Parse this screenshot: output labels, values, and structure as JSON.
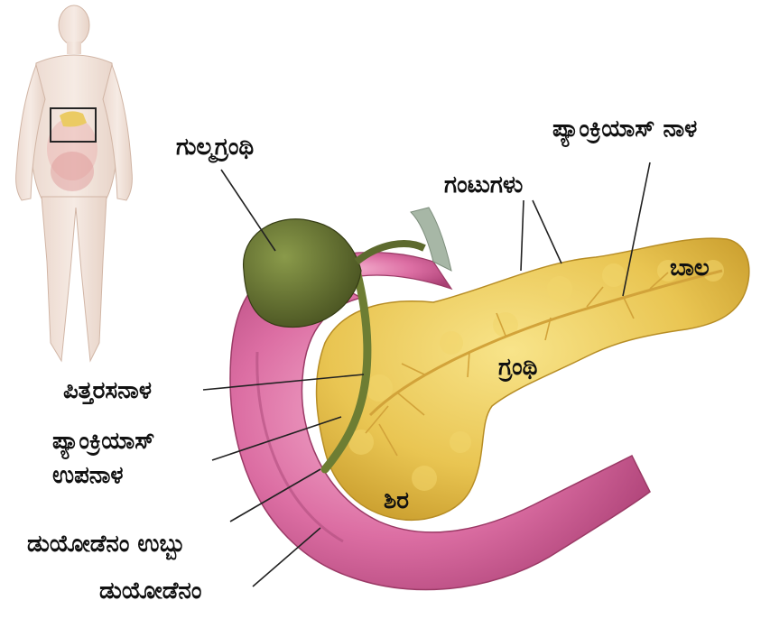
{
  "labels": {
    "gallbladder": "ಗುಲ್ಮಗ್ರಂಥಿ",
    "pancreatic_duct": "ಪ್ಯಾಂಕ್ರಿಯಾಸ್ ನಾಳ",
    "lobules": "ಗಂಟುಗಳು",
    "tail": "ಬಾಲ",
    "body": "ಗ್ರಂಥಿ",
    "bile_duct": "ಪಿತ್ತರಸನಾಳ",
    "accessory_duct_line1": "ಪ್ಯಾಂಕ್ರಿಯಾಸ್",
    "accessory_duct_line2": "ಉಪನಾಳ",
    "head": "ಶಿರ",
    "duodenal_papilla": "ಡುಯೋಡೆನಂ ಉಬ್ಬು",
    "duodenum": "ಡುಯೋಡೆನಂ"
  },
  "colors": {
    "pancreas": "#e8c24a",
    "pancreas_light": "#f4dc78",
    "duodenum": "#d9659a",
    "duodenum_light": "#f0a8c8",
    "gallbladder": "#5d6a2e",
    "bile_duct": "#6d7d33",
    "leader_line": "#222222"
  }
}
